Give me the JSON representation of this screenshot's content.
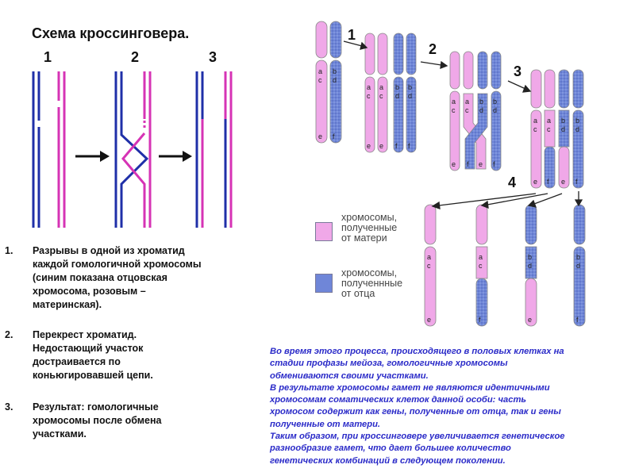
{
  "title": "Схема кроссинговера.",
  "left_step_numbers": [
    "1",
    "2",
    "3"
  ],
  "right_step_numbers": [
    "1",
    "2",
    "3",
    "4"
  ],
  "gene_labels": {
    "a": "a",
    "c": "c",
    "b": "b",
    "d": "d",
    "e": "e",
    "f": "f"
  },
  "steps": [
    {
      "num": "1.",
      "text": "Разрывы в одной из хроматид\nкаждой гомологичной хромосомы\n(синим показана отцовская\nхромосома, розовым –\nматеринская)."
    },
    {
      "num": "2.",
      "text": "Перекрест хроматид.\nНедостающий участок\nдостраивается по\nконьюгировавшей цепи."
    },
    {
      "num": "3.",
      "text": "Результат: гомологичные\nхромосомы после обмена\nучастками."
    }
  ],
  "legend": [
    {
      "text": "хромосомы,\nполученные\nот матери",
      "color": "#f0a8e8"
    },
    {
      "text": "хромосомы,\nполученнные\nот отца",
      "color": "#6f86d8"
    }
  ],
  "note": [
    "Во время этого процесса, происходящего в половых клетках на\nстадии профазы мейоза,  гомологичные хромосомы\nобмениваются своими участками.",
    " В результате хромосомы гамет не являются идентичными\nхромосомам соматических клеток данной особи: часть\nхромосом содержит как гены, полученные от отца, так и гены\nполученные от матери.",
    "Таким образом, при кроссинговере увеличивается генетическое\nразнообразие гамет, что дает большее количество\nгенетических комбинаций в следующем поколении."
  ],
  "colors": {
    "maternal": "#f0a8e8",
    "paternal": "#6f86d8",
    "blue_line": "#1f2fa8",
    "magenta_line": "#d633b5",
    "note_text": "#2a2ac8"
  }
}
